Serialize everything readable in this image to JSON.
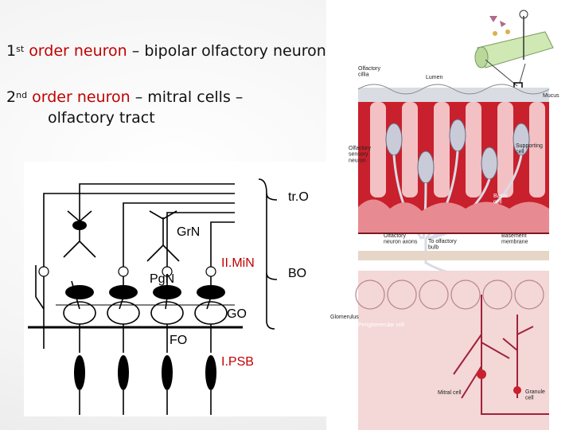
{
  "slide": {
    "bullet1": {
      "ord": "1",
      "sup": "st",
      "term": "order neuron",
      "rest": " – bipolar olfactory neurons"
    },
    "bullet2": {
      "ord": "2",
      "sup": "nd",
      "term": "order neuron",
      "rest": " – mitral cells –",
      "cont": "olfactory tract"
    }
  },
  "left_diagram": {
    "labels": {
      "tr_o": "tr.O",
      "grn": "GrN",
      "ii_min": "II.MiN",
      "pgn": "PgN",
      "bo": "BO",
      "go": "GO",
      "fo": "FO",
      "i_psb": "I.PSB"
    },
    "colors": {
      "layer_label": "#c00000",
      "line": "#000000"
    }
  },
  "right_diagram": {
    "labels": {
      "olfactory_cilia": "Olfactory\ncillia",
      "lumen": "Lumen",
      "mucus": "Mucus",
      "supporting_cell": "Supporting\ncell",
      "sensory_neuron": "Olfactory\nsensory\nneuron",
      "basal_cell": "Basal\ncell",
      "neuron_axons": "Olfactory\nneuron axons",
      "to_bulb": "To olfactory\nbulb",
      "basement_membrane": "Basement\nmembrane",
      "glomerulus": "Glomerulus",
      "periglomerular": "Periglomerular cell",
      "mitral_cell": "Mitral cell",
      "granule_cell": "Granule\ncell"
    },
    "colors": {
      "tissue": "#c8202c",
      "tissue_light": "#f3c1c4",
      "cell": "#c9cbd8",
      "bulb": "#f4d7d7"
    }
  }
}
